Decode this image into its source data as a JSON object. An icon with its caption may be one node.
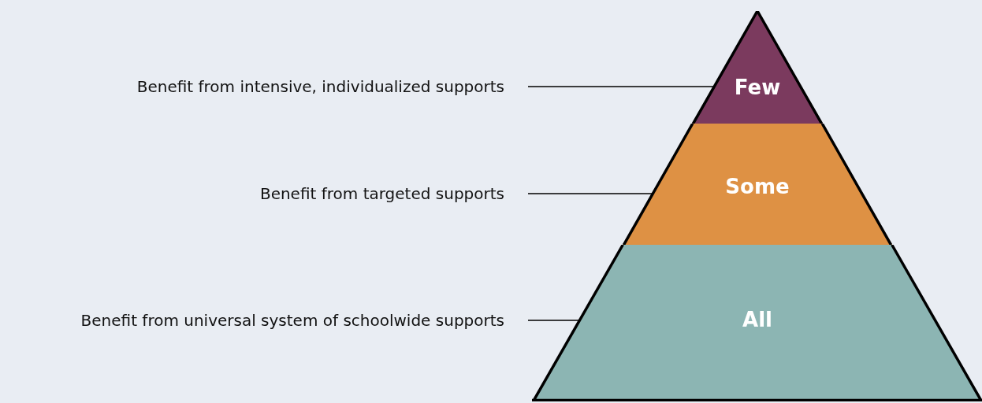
{
  "diagram": {
    "nodes": [
      {
        "text": [
          "Few"
        ]
      },
      {
        "text": [
          "Some"
        ]
      },
      {
        "text": [
          "All"
        ]
      },
      {
        "text": [
          "Benefit from intensive, individualized supports"
        ]
      },
      {
        "text": [
          "Benefit from targeted supports"
        ]
      },
      {
        "text": [
          "Benefit from universal system of schoolwide supports"
        ]
      }
    ],
    "edges": [
      {
        "from": 3,
        "to": 0,
        "arrow": "none"
      },
      {
        "from": 4,
        "to": 1,
        "arrow": "none"
      },
      {
        "from": 5,
        "to": 2,
        "arrow": "none"
      }
    ]
  }
}
